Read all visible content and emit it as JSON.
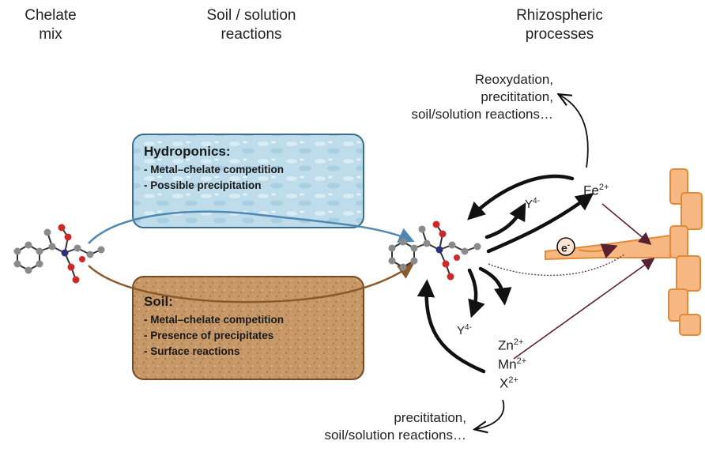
{
  "headers": {
    "col1": [
      "Chelate",
      "mix"
    ],
    "col2": [
      "Soil / solution",
      "reactions"
    ],
    "col3": [
      "Rhizospheric",
      "processes"
    ]
  },
  "hydroponics": {
    "title": "Hydroponics:",
    "items": [
      "- Metal–chelate competition",
      "- Possible precipitation"
    ]
  },
  "soil": {
    "title": "Soil:",
    "items": [
      "- Metal–chelate competition",
      "- Presence of precipitates",
      "- Surface reactions"
    ]
  },
  "top_note": [
    "Reoxydation,",
    "precititation,",
    "soil/solution reactions…"
  ],
  "bottom_note": [
    "precititation,",
    "soil/solution reactions…"
  ],
  "ions": {
    "fe_base": "Fe",
    "fe_sup": "2+",
    "y_base": "Y",
    "y_sup": "4-",
    "zn_base": "Zn",
    "zn_sup": "2+",
    "mn_base": "Mn",
    "mn_sup": "2+",
    "x_base": "X",
    "x_sup": "2+",
    "electron_base": "e",
    "electron_sup": "-"
  },
  "colors": {
    "hydroponics_fill": "#bfdceb",
    "hydroponics_border": "#3a6d8c",
    "soil_fill": "#c99a6a",
    "soil_border": "#7a4a22",
    "root_fill": "#f6b782",
    "root_border": "#e08a3a",
    "upper_path": "#4f88b3",
    "lower_path": "#8a5a2a"
  }
}
